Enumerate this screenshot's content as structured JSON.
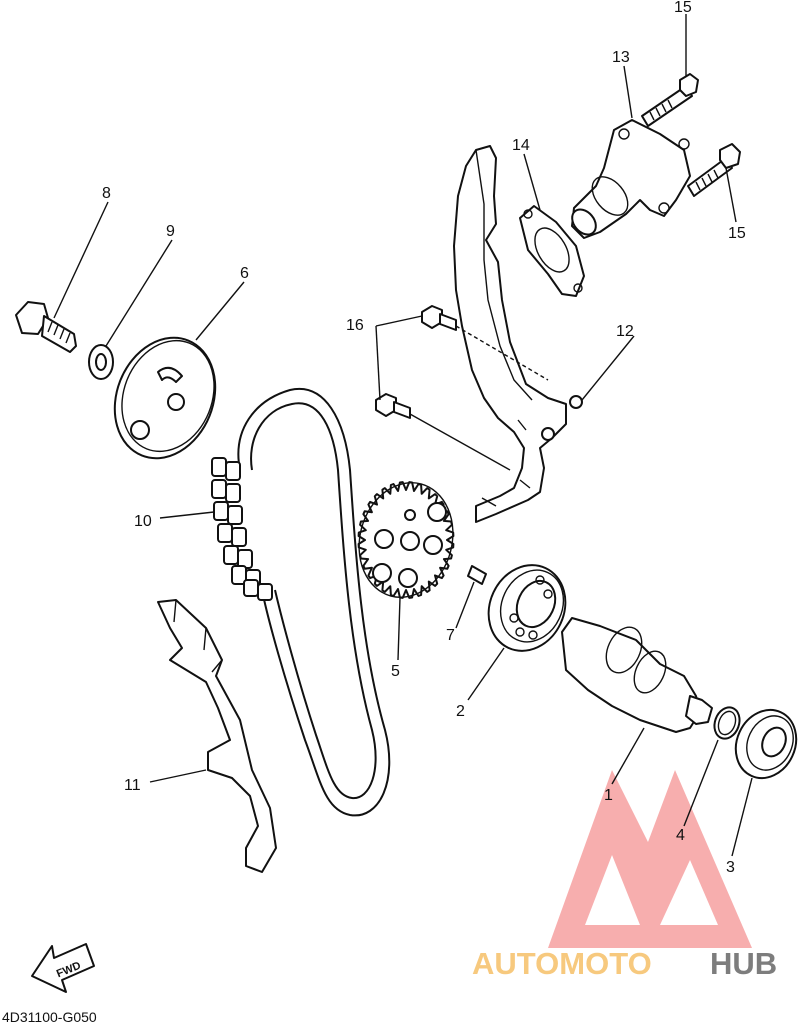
{
  "diagram_code": "4D31100-G050",
  "fwd_label": "FWD",
  "watermark": {
    "part1": "AUTOMOTO",
    "part2": "HUB",
    "color_primary": "#f26d6d",
    "color_secondary": "#7d7d7d"
  },
  "callouts": {
    "c1": "1",
    "c2": "2",
    "c3": "3",
    "c4": "4",
    "c5": "5",
    "c6": "6",
    "c7": "7",
    "c8": "8",
    "c9": "9",
    "c10": "10",
    "c11": "11",
    "c12": "12",
    "c13": "13",
    "c14": "14",
    "c15a": "15",
    "c15b": "15",
    "c16": "16"
  }
}
